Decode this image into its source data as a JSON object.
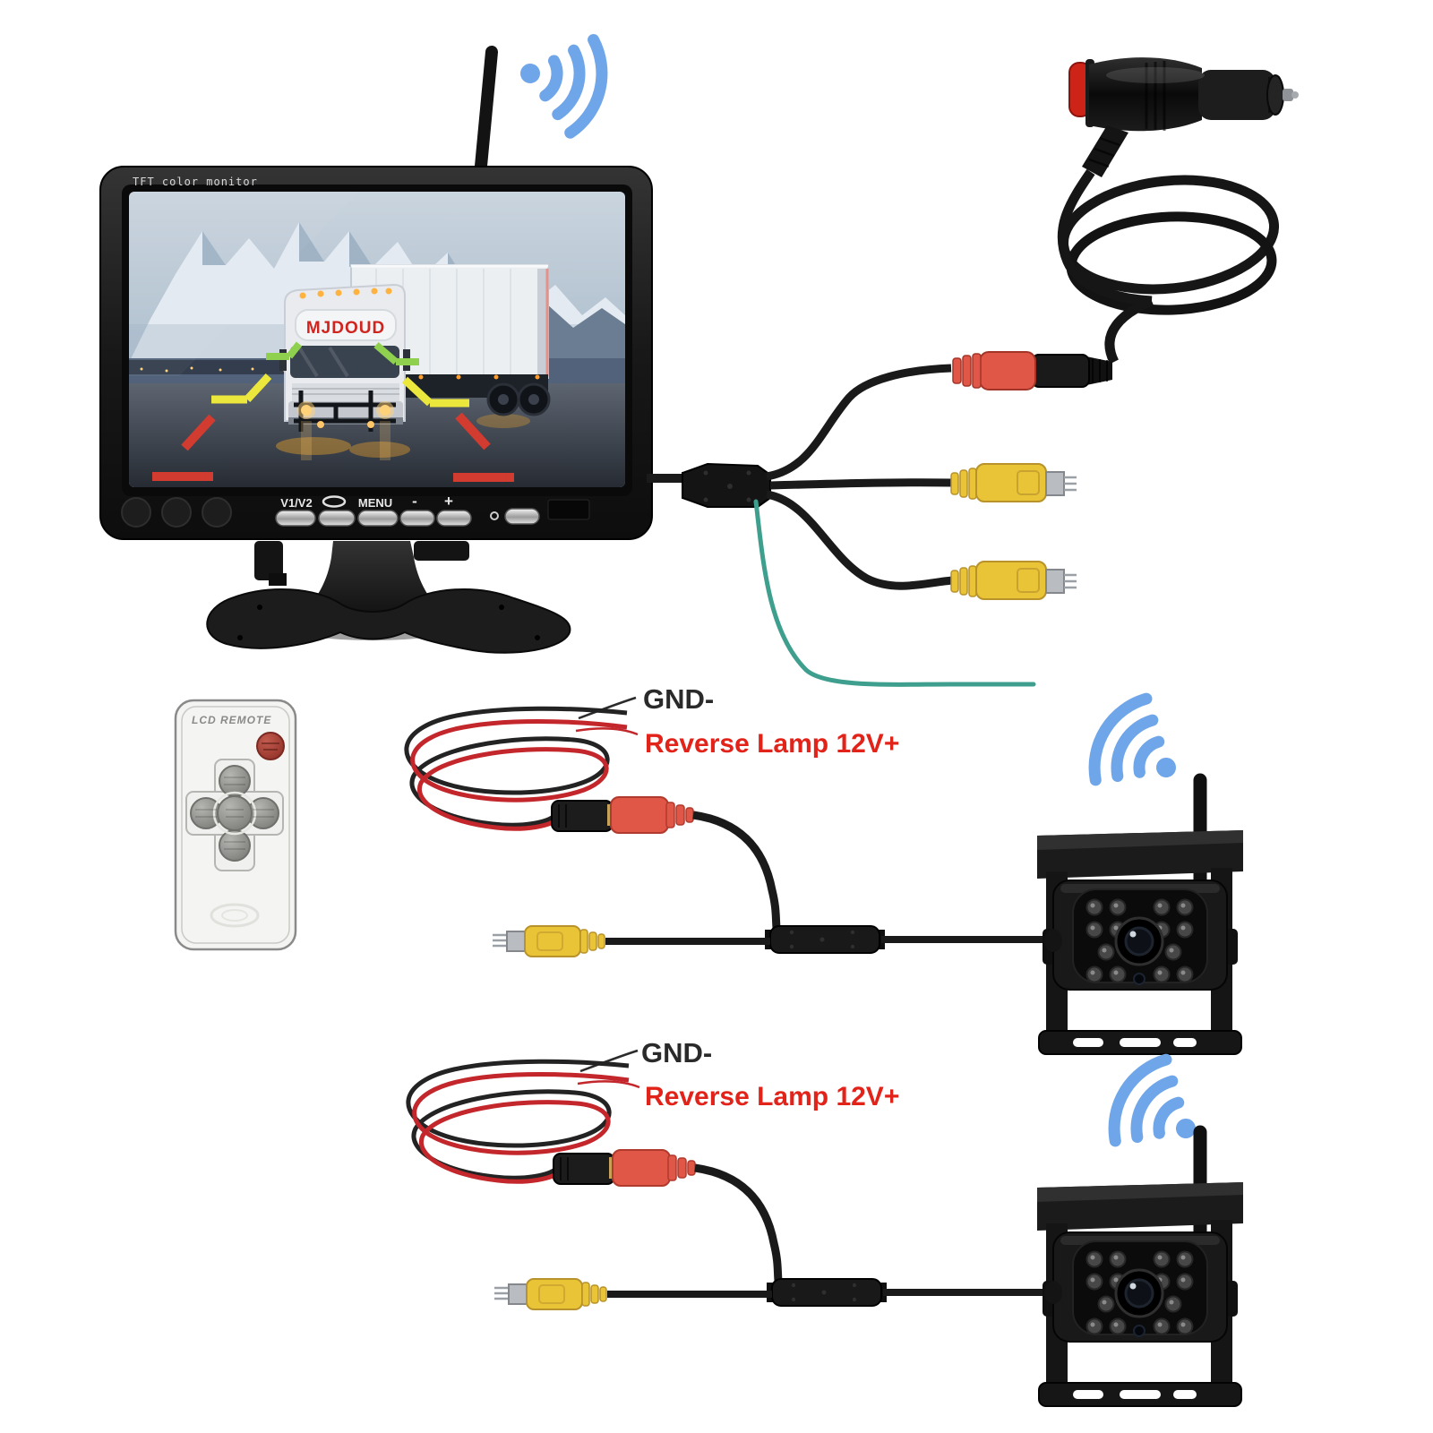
{
  "monitor": {
    "brand_label": "TFT color monitor",
    "buttons": {
      "v1v2": "V1/V2",
      "menu": "MENU",
      "minus": "-",
      "plus": "+"
    },
    "screen_truck_logo": "MJDOUD"
  },
  "remote": {
    "title": "LCD REMOTE"
  },
  "wiring_top": {
    "gnd": "GND-",
    "reverse": "Reverse Lamp 12V+"
  },
  "wiring_bottom": {
    "gnd": "GND-",
    "reverse": "Reverse Lamp 12V+"
  },
  "icons": {
    "monitor_wifi": "wifi-signal",
    "camera_top_wifi": "wifi-signal",
    "camera_bottom_wifi": "wifi-signal"
  },
  "colors": {
    "background": "#ffffff",
    "wifi_blue": "#6fa5e9",
    "label_red": "#e2231a",
    "label_black": "#2a2a2a",
    "rca_yellow": "#eac437",
    "connector_red": "#e05647",
    "wire_green": "#3f9f8e",
    "wire_red": "#c3262b",
    "guide_red": "#d23b30",
    "guide_yellow": "#ece73d",
    "guide_green": "#8fd14f"
  }
}
